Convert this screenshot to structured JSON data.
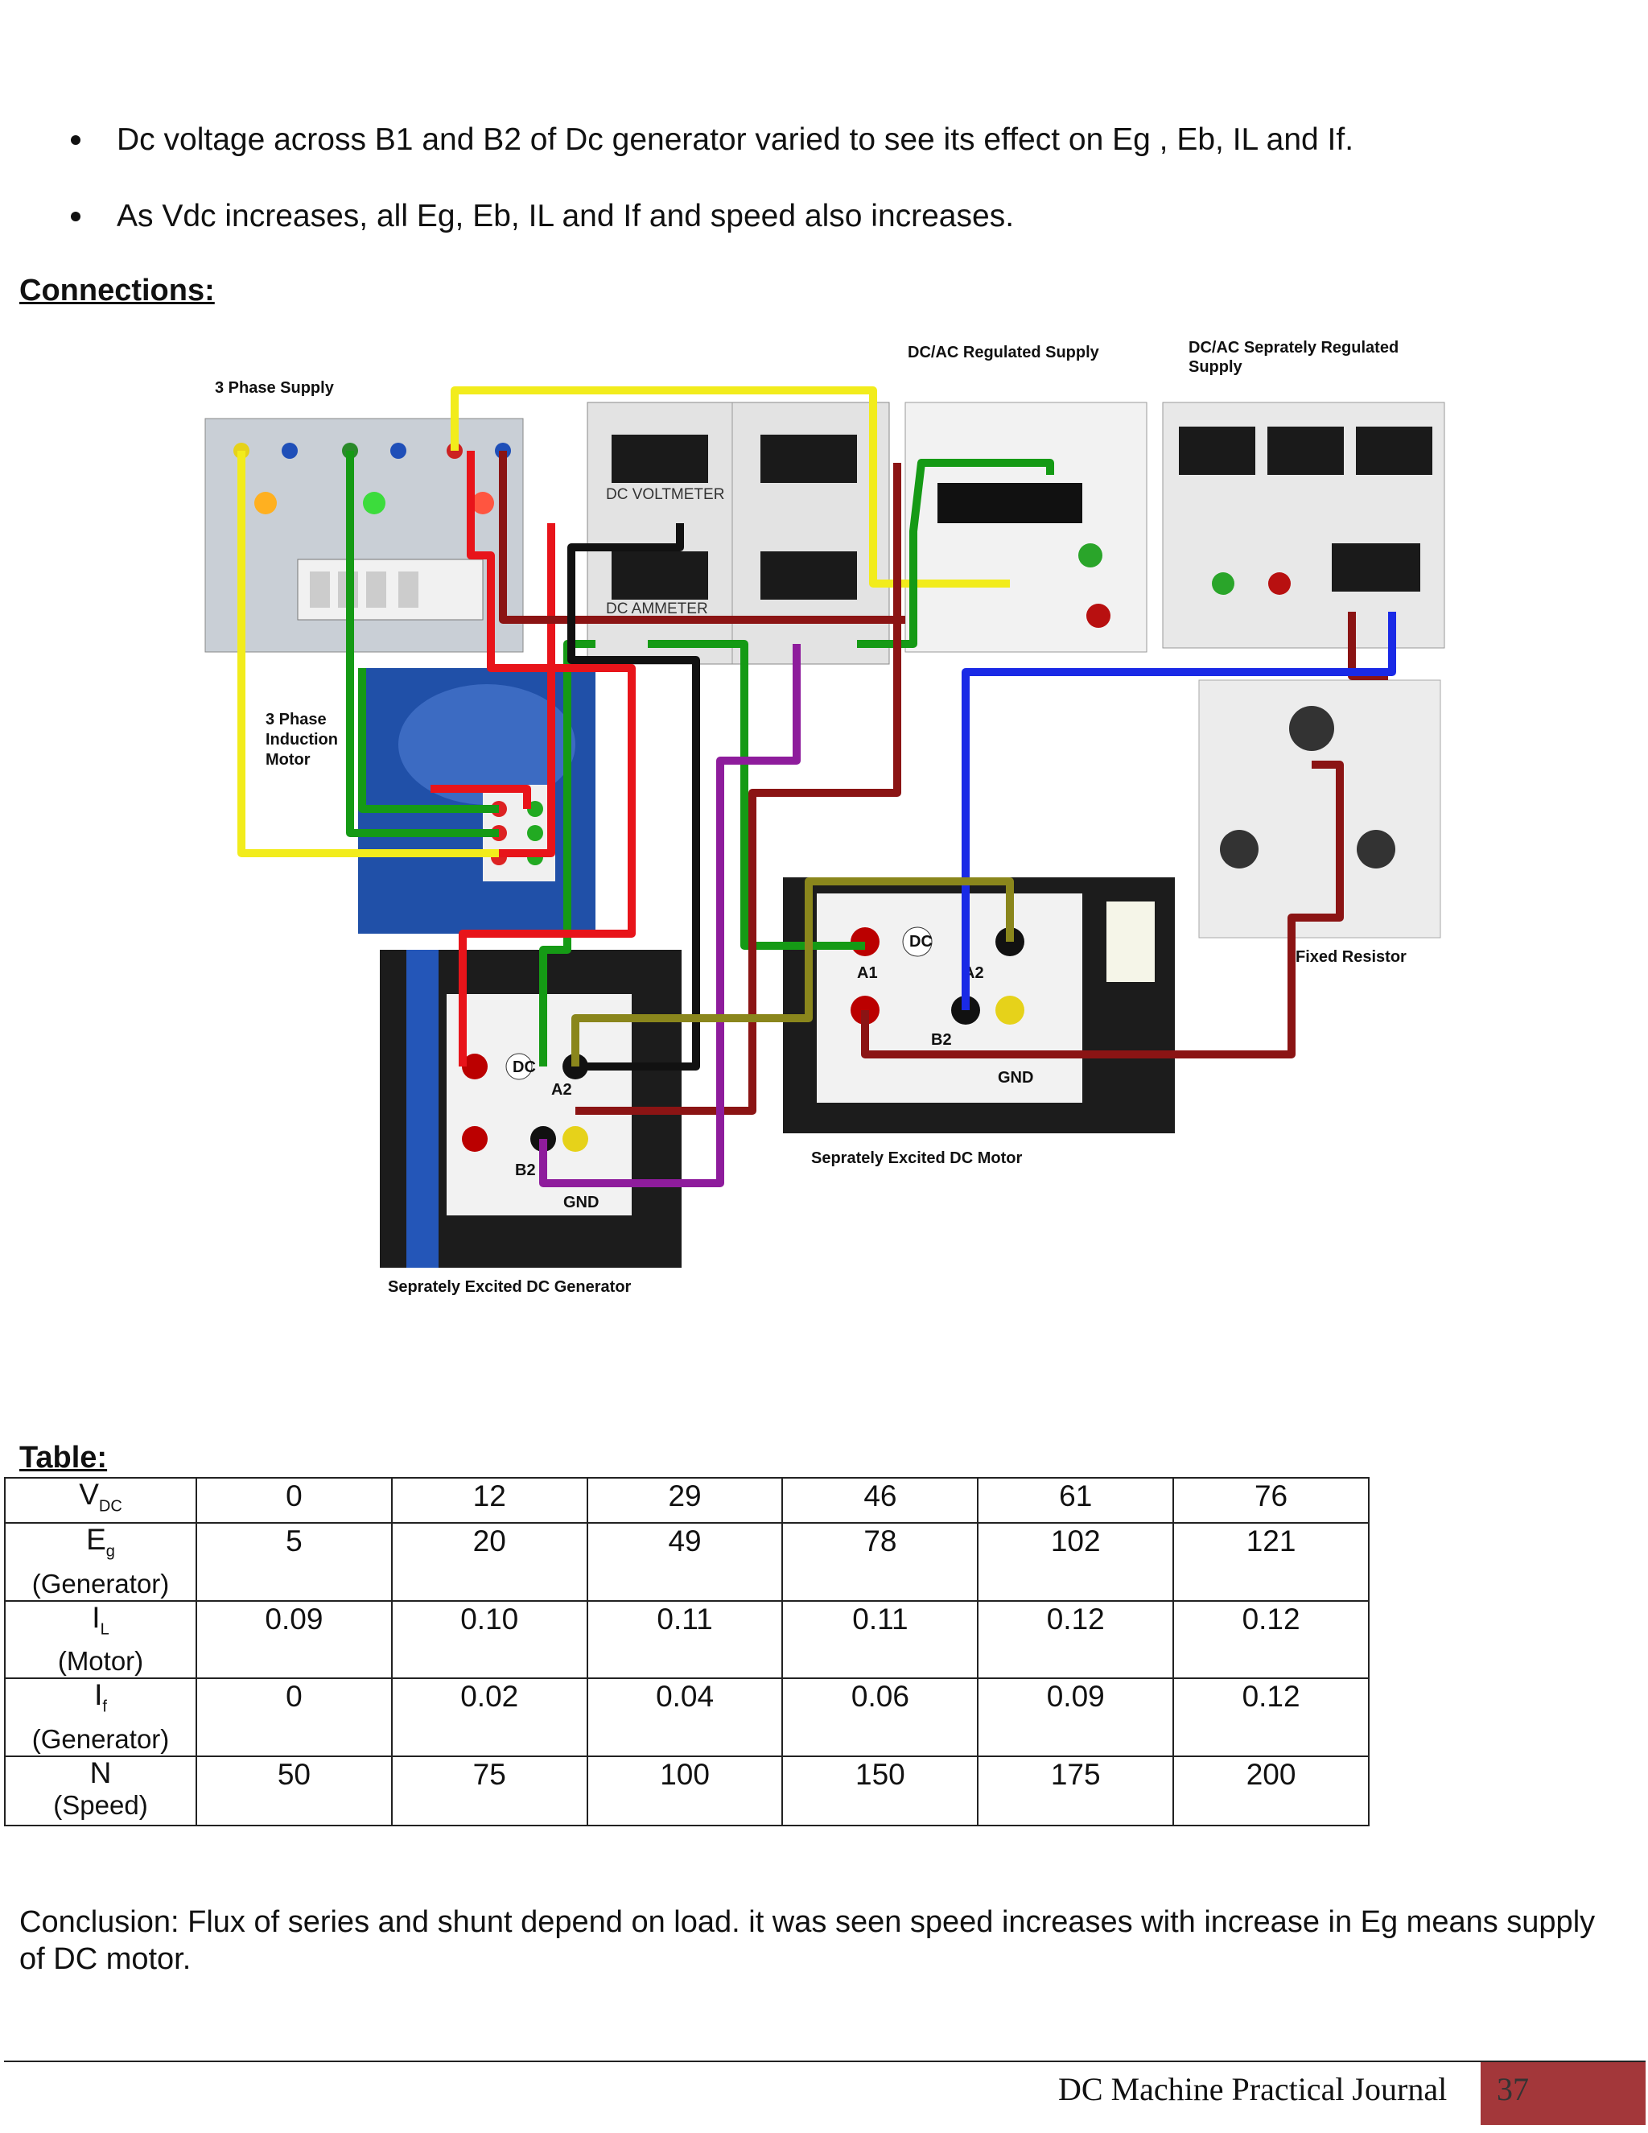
{
  "bullets": [
    "Dc voltage across B1 and B2 of Dc generator varied to see its effect on Eg ,  Eb, IL and If.",
    "As Vdc increases, all Eg, Eb, IL and If and speed also increases."
  ],
  "connections_heading": "Connections:",
  "figure": {
    "three_phase_supply": "3 Phase Supply",
    "dc_ac_regulated_supply": "DC/AC Regulated Supply",
    "dc_ac_separately_regulated_supply_line1": "DC/AC Seprately Regulated",
    "dc_ac_separately_regulated_supply_line2": "Supply",
    "dc_voltmeter": "DC VOLTMETER",
    "dc_ammeter": "DC AMMETER",
    "induction_motor_line1": "3 Phase",
    "induction_motor_line2": "Induction",
    "induction_motor_line3": "Motor",
    "fixed_resistor": "Fixed Resistor",
    "dc_motor": "Seprately Excited DC Motor",
    "dc_generator": "Seprately Excited DC Generator",
    "terminal_a1": "A1",
    "terminal_a2": "A2",
    "terminal_b2": "B2",
    "terminal_dc": "DC",
    "terminal_gnd": "GND",
    "wire_colors": {
      "yellow": "#f2ec1c",
      "green": "#159a15",
      "red": "#e8141a",
      "darkred": "#8b1414",
      "black": "#111111",
      "blue": "#1a2ae6",
      "purple": "#8e1c9c",
      "olive": "#8a861c"
    }
  },
  "table_heading": "Table:",
  "table": {
    "rows": [
      {
        "symbol": "V",
        "sub": "DC",
        "label": "",
        "values": [
          "0",
          "12",
          "29",
          "46",
          "61",
          "76"
        ]
      },
      {
        "symbol": "E",
        "sub": "g",
        "label": "(Generator)",
        "values": [
          "5",
          "20",
          "49",
          "78",
          "102",
          "121"
        ]
      },
      {
        "symbol": "I",
        "sub": "L",
        "label": "(Motor)",
        "values": [
          "0.09",
          "0.10",
          "0.11",
          "0.11",
          "0.12",
          "0.12"
        ]
      },
      {
        "symbol": "I",
        "sub": "f",
        "label": "(Generator)",
        "values": [
          "0",
          "0.02",
          "0.04",
          "0.06",
          "0.09",
          "0.12"
        ]
      },
      {
        "symbol": "N",
        "sub": "",
        "label": "(Speed)",
        "values": [
          "50",
          "75",
          "100",
          "150",
          "175",
          "200"
        ]
      }
    ]
  },
  "conclusion": "Conclusion: Flux of series and shunt depend on load. it was seen speed increases with increase in Eg means supply of DC motor.",
  "footer": {
    "title": "DC Machine Practical Journal",
    "page": "37"
  }
}
